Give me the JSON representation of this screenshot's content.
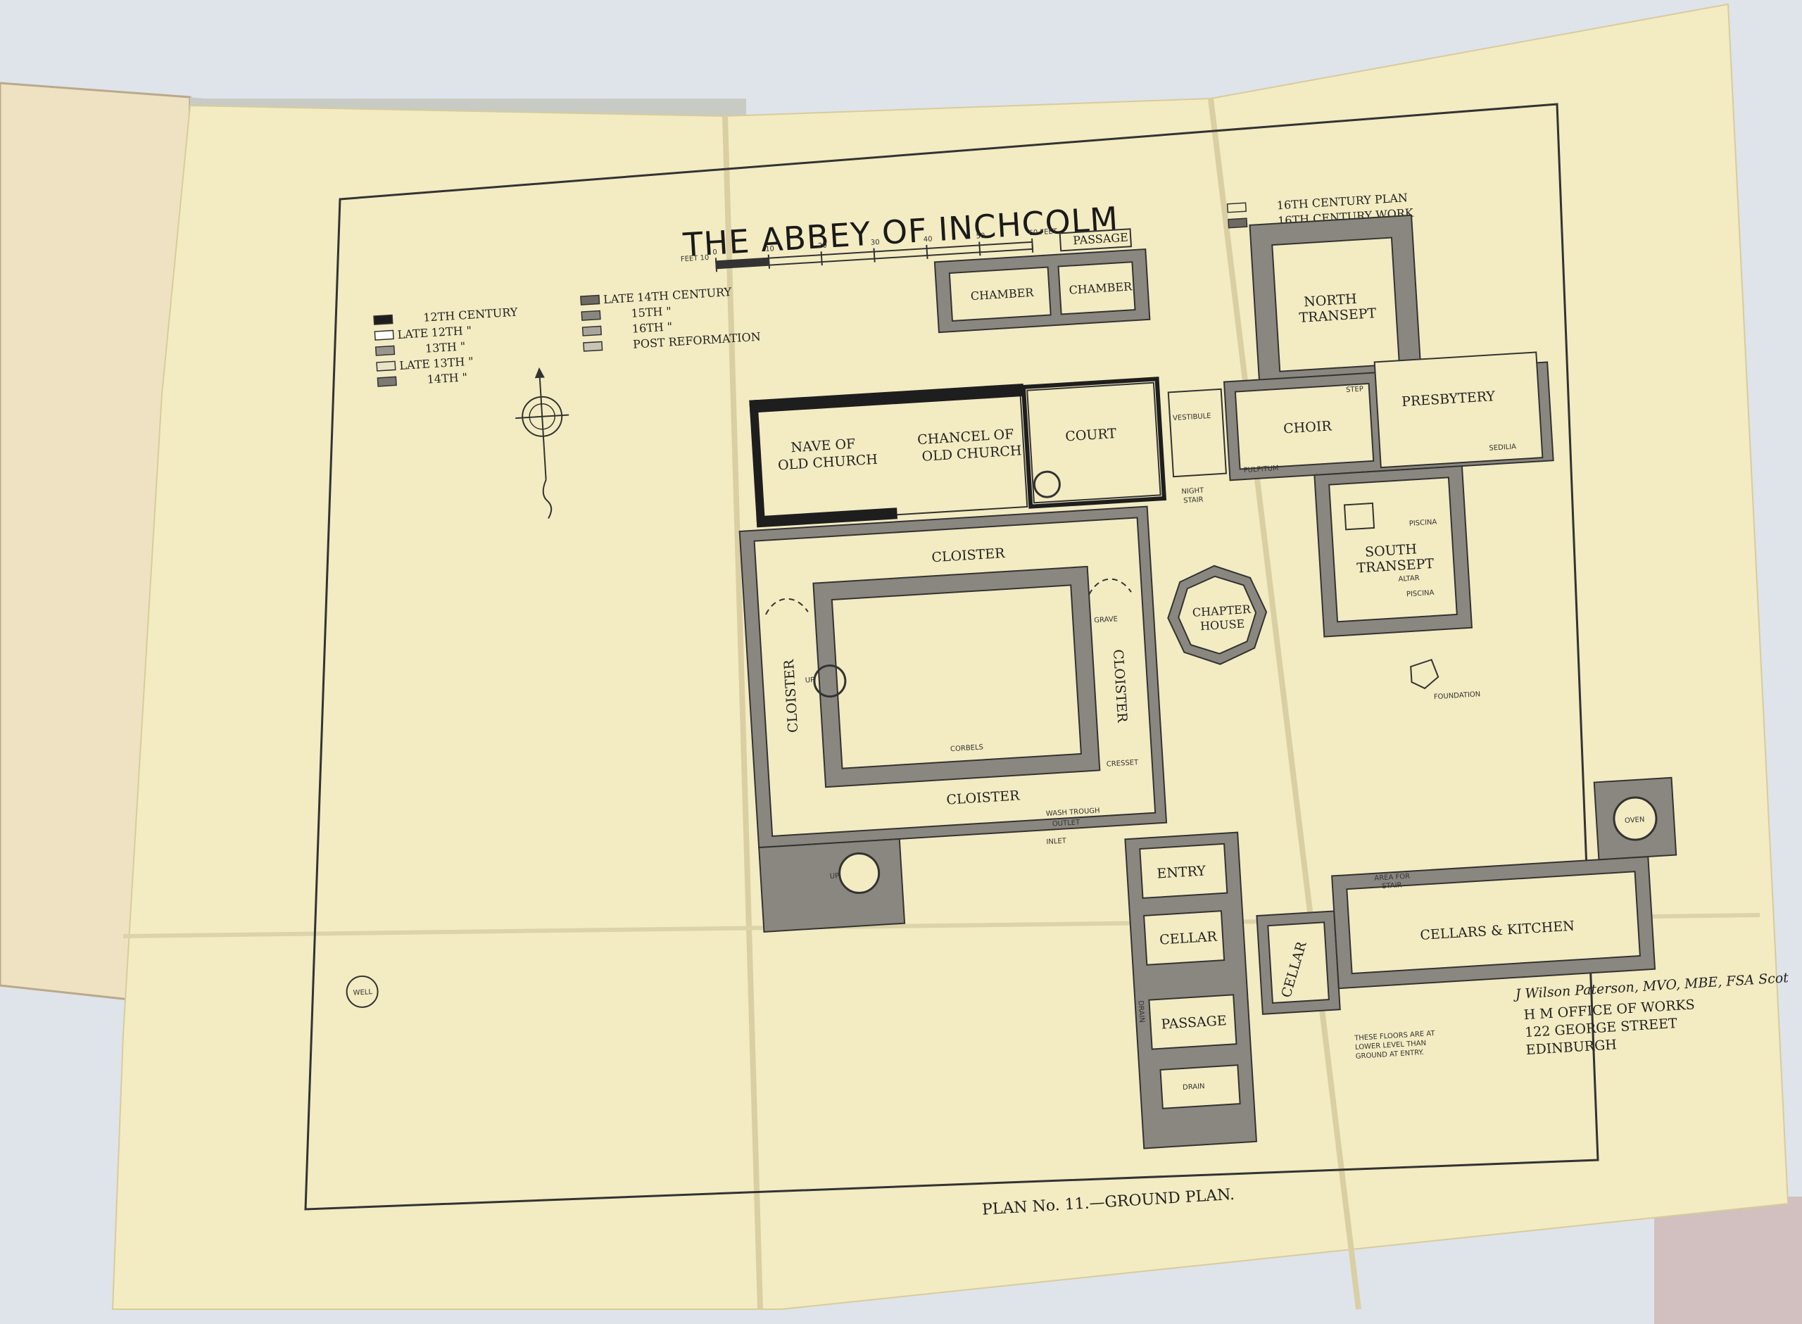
{
  "map": {
    "title": "THE ABBEY OF INCHCOLM",
    "caption": "PLAN No. 11.—GROUND PLAN.",
    "scale_label": "FEET 10",
    "scale_ticks": [
      "0",
      "10",
      "20",
      "30",
      "40",
      "50",
      "60 FEET"
    ],
    "legend_left": [
      {
        "prefix": "",
        "label": "12TH CENTURY",
        "swatch": "#1e1e1e"
      },
      {
        "prefix": "LATE",
        "label": "12TH  \"",
        "swatch": "#ffffff"
      },
      {
        "prefix": "",
        "label": "13TH  \"",
        "swatch": "#9a968e"
      },
      {
        "prefix": "LATE",
        "label": "13TH  \"",
        "swatch": "#e9e3c8"
      },
      {
        "prefix": "",
        "label": "14TH  \"",
        "swatch": "#7d7a74"
      }
    ],
    "legend_right": [
      {
        "prefix": "LATE",
        "label": "14TH CENTURY",
        "swatch": "#6d6a64"
      },
      {
        "prefix": "",
        "label": "15TH  \"",
        "swatch": "#8a8780"
      },
      {
        "prefix": "",
        "label": "16TH  \"",
        "swatch": "#a9a59c"
      },
      {
        "prefix": "",
        "label": "POST REFORMATION",
        "swatch": "#c9c4b6"
      }
    ],
    "legend_plan": [
      {
        "label": "16TH CENTURY PLAN",
        "swatch": "none"
      },
      {
        "label": "16TH CENTURY WORK",
        "swatch": "#6d6a64"
      }
    ],
    "rooms": {
      "passage_top": "PASSAGE",
      "chamber1": "CHAMBER",
      "chamber2": "CHAMBER",
      "north_transept": "NORTH\nTRANSEPT",
      "nave": "NAVE OF\nOLD CHURCH",
      "chancel": "CHANCEL OF\nOLD CHURCH",
      "court": "COURT",
      "vestibule": "VESTIBULE",
      "choir": "CHOIR",
      "presbytery": "PRESBYTERY",
      "step": "STEP",
      "pulpitum": "PULPITUM",
      "sedilia": "SEDILIA",
      "night_stair": "NIGHT\nSTAIR",
      "piscina1": "PISCINA",
      "piscina2": "PISCINA",
      "altar": "ALTAR",
      "south_transept": "SOUTH\nTRANSEPT",
      "cloister_n": "CLOISTER",
      "cloister_w": "CLOISTER",
      "cloister_e": "CLOISTER",
      "cloister_s": "CLOISTER",
      "chapter_house": "CHAPTER\nHOUSE",
      "grave": "GRAVE",
      "corbels": "CORBELS",
      "cresset": "CRESSET",
      "wash_trough": "WASH TROUGH",
      "outlet": "OUTLET",
      "inlet": "INLET",
      "foundation": "FOUNDATION",
      "up1": "UP",
      "up2": "UP",
      "well": "WELL",
      "entry": "ENTRY",
      "cellar1": "CELLAR",
      "cellar2": "CELLAR",
      "cellars_kitchen": "CELLARS & KITCHEN",
      "oven": "OVEN",
      "area_for_stair": "AREA FOR\nSTAIR",
      "passage_low": "PASSAGE",
      "drain_low": "DRAIN",
      "drain_side": "DRAIN",
      "lower_note": "THESE FLOORS ARE AT\nLOWER LEVEL THAN\nGROUND AT ENTRY."
    },
    "credit": {
      "signature": "J Wilson Paterson, MVO, MBE, FSA Scot",
      "line1": "H M OFFICE OF WORKS",
      "line2": "122 GEORGE STREET",
      "line3": "EDINBURGH"
    }
  },
  "colors": {
    "paper": "#f3ebc2",
    "ink": "#222222",
    "wall": "#8a8780",
    "twelfth_century": "#1e1e1e",
    "background": "#dfe3ea"
  }
}
